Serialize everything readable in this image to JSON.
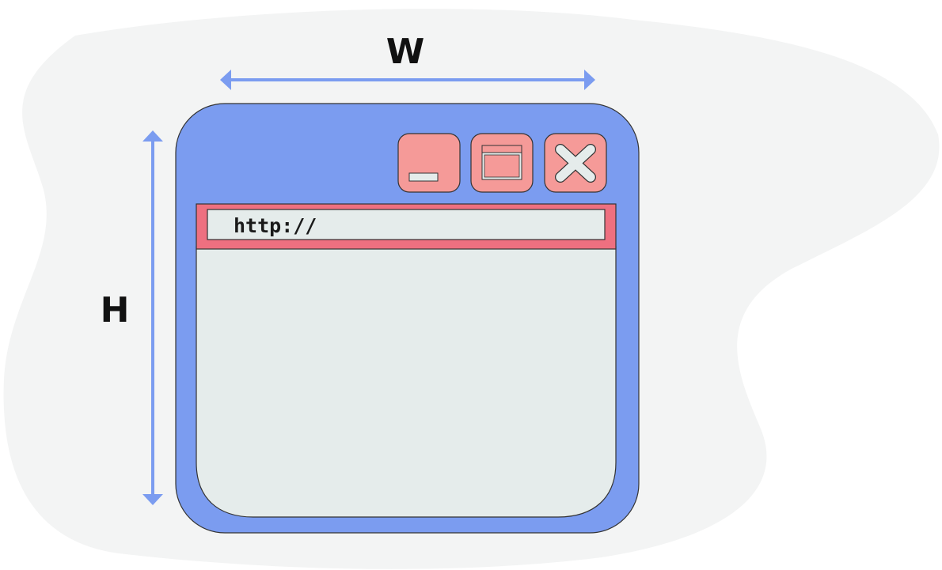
{
  "labels": {
    "width": "W",
    "height": "H"
  },
  "browser": {
    "address_bar_text": "http://",
    "controls": {
      "minimize": "minimize-icon",
      "maximize": "maximize-icon",
      "close": "close-icon"
    }
  },
  "colors": {
    "background_blob": "#f3f4f4",
    "window_frame": "#7b9cf0",
    "arrow": "#7b9cf0",
    "address_bar_frame": "#ee7080",
    "address_field": "#e5eceb",
    "content_area": "#e5eceb",
    "control_button": "#f59a98",
    "outline": "#333333"
  }
}
